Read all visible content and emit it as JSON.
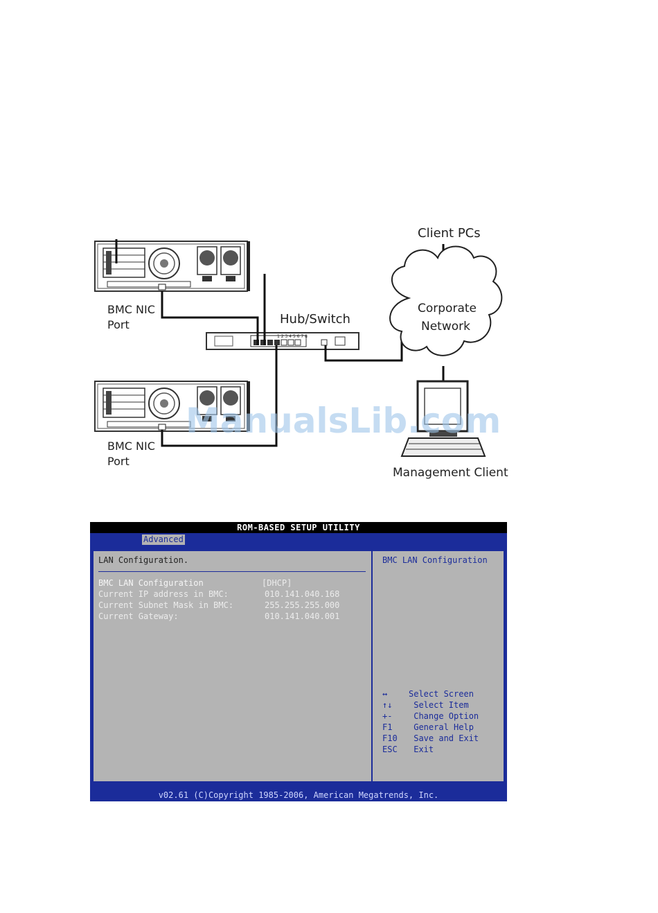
{
  "diagram": {
    "server_top_label": [
      "BMC NIC",
      "Port"
    ],
    "server_bottom_label": [
      "BMC NIC",
      "Port"
    ],
    "hub_label": "Hub/Switch",
    "cloud_label": [
      "Corporate",
      "Network"
    ],
    "client_pcs_label": "Client PCs",
    "management_label": "Management Client",
    "hub_port_numbers": "1 2 3 4 5 6 7 8",
    "watermark": "ManualsLib.com"
  },
  "bios": {
    "title": "ROM-BASED SETUP UTILITY",
    "tab": "Advanced",
    "section_heading": "LAN Configuration.",
    "rows": [
      {
        "label": "BMC LAN Configuration",
        "value": "[DHCP]"
      },
      {
        "label": "Current IP address in BMC:",
        "value": "010.141.040.168"
      },
      {
        "label": "Current Subnet Mask in BMC:",
        "value": "255.255.255.000"
      },
      {
        "label": "Current Gateway:",
        "value": "010.141.040.001"
      }
    ],
    "help_title": "BMC LAN Configuration",
    "keys": [
      {
        "key": "↔",
        "desc": "Select Screen"
      },
      {
        "key": "↑↓",
        "desc": " Select Item"
      },
      {
        "key": "+-",
        "desc": " Change Option"
      },
      {
        "key": "F1",
        "desc": " General Help"
      },
      {
        "key": "F10",
        "desc": " Save and Exit"
      },
      {
        "key": "ESC",
        "desc": " Exit"
      }
    ],
    "footer": "v02.61 (C)Copyright 1985-2006, American Megatrends, Inc.",
    "colors": {
      "blue": "#1b2c9a",
      "gray": "#b4b4b4"
    }
  }
}
